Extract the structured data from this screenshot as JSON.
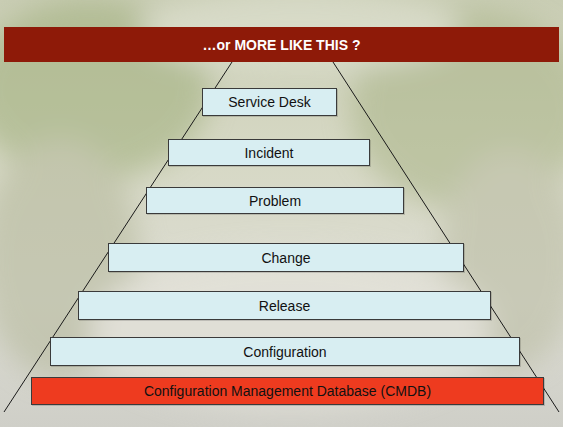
{
  "diagram": {
    "title": "…or MORE LIKE THIS ?",
    "nodes": [
      {
        "text": [
          "Service Desk"
        ]
      },
      {
        "text": [
          "Incident"
        ]
      },
      {
        "text": [
          "Problem"
        ]
      },
      {
        "text": [
          "Change"
        ]
      },
      {
        "text": [
          "Release"
        ]
      },
      {
        "text": [
          "Configuration"
        ]
      },
      {
        "text": [
          "Configuration Management Database (CMDB)"
        ]
      }
    ]
  }
}
